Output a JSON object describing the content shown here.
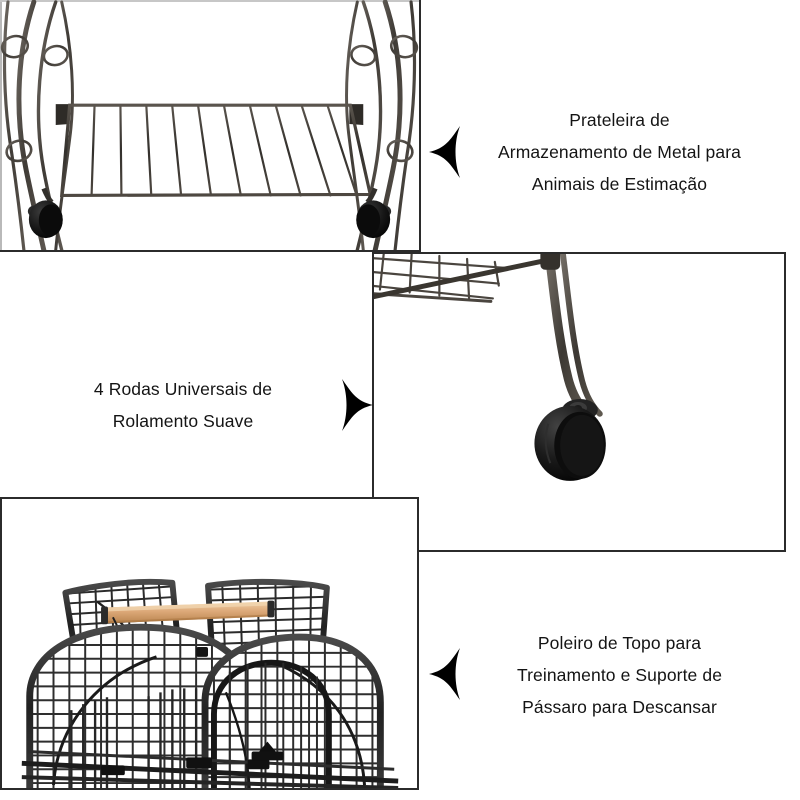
{
  "image": {
    "kind": "product-infographic",
    "product": "Gaiola para pássaros com rodas",
    "background_color": "#ffffff",
    "text_color": "#141414",
    "panel_border_color": "#2b2b2b",
    "arrow_color": "#000000",
    "metal_color": "#3b3834",
    "wood_color": "#dCA878",
    "wheel_color": "#121212"
  },
  "panels": [
    {
      "id": "shelf",
      "name": "Prateleira de armazenamento em malha metálica com rodízios",
      "contents": "grade de arame em perspectiva entre pernas ornamentadas com argolas decorativas e duas rodas pretas"
    },
    {
      "id": "caster",
      "name": "Detalhe de rodízio universal",
      "contents": "perna curva de metal descendo até uma roda giratória preta"
    },
    {
      "id": "cage",
      "name": "Topo da gaiola aberto com poleiro",
      "contents": "teto dividido em duas abas curvas de malha, poleiro de madeira atravessando e cúpula arqueada de grade abaixo"
    }
  ],
  "captions": [
    {
      "id": "shelf",
      "arrow": "arrow-left",
      "lines": [
        "Prateleira de",
        "Armazenamento de Metal para",
        "Animais de Estimação"
      ]
    },
    {
      "id": "wheels",
      "arrow": "arrow-right",
      "lines": [
        "4 Rodas Universais de",
        "Rolamento Suave"
      ]
    },
    {
      "id": "perch",
      "arrow": "arrow-left",
      "lines": [
        "Poleiro de Topo para",
        "Treinamento e Suporte de",
        "Pássaro para Descansar"
      ]
    }
  ]
}
